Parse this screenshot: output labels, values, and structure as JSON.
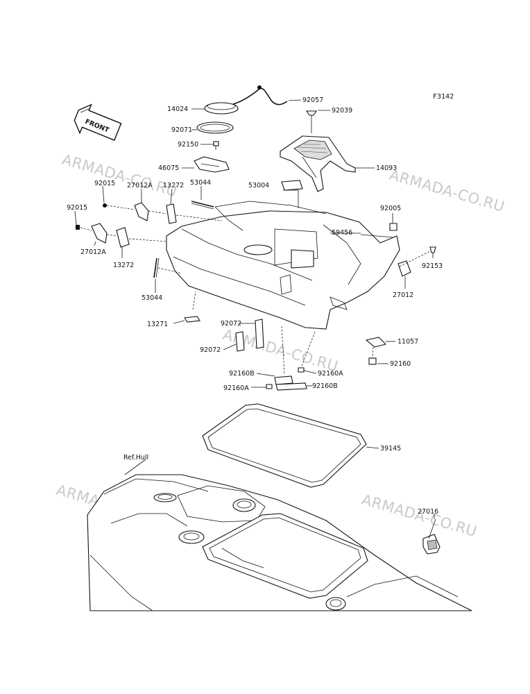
{
  "figure_code": "F3142",
  "front_label": "FRONT",
  "ref_label": "Ref.Hull",
  "watermarks": [
    "ARMADA-CO.RU",
    "ARMADA-CO.RU",
    "ARMADA-CO.RU",
    "ARMADA-CO.RU",
    "ARMADA-CO.RU"
  ],
  "callouts": [
    {
      "part": "14024"
    },
    {
      "part": "92057"
    },
    {
      "part": "92039"
    },
    {
      "part": "92071"
    },
    {
      "part": "92150"
    },
    {
      "part": "46075"
    },
    {
      "part": "14093"
    },
    {
      "part": "53044"
    },
    {
      "part": "53004"
    },
    {
      "part": "92015"
    },
    {
      "part": "27012A"
    },
    {
      "part": "13272"
    },
    {
      "part": "92015"
    },
    {
      "part": "27012A"
    },
    {
      "part": "13272"
    },
    {
      "part": "92005"
    },
    {
      "part": "59456"
    },
    {
      "part": "92153"
    },
    {
      "part": "27012"
    },
    {
      "part": "53044"
    },
    {
      "part": "13271"
    },
    {
      "part": "92072"
    },
    {
      "part": "92072"
    },
    {
      "part": "11057"
    },
    {
      "part": "92160B"
    },
    {
      "part": "92160A"
    },
    {
      "part": "92160A"
    },
    {
      "part": "92160B"
    },
    {
      "part": "92160"
    },
    {
      "part": "39145"
    },
    {
      "part": "27016"
    }
  ]
}
